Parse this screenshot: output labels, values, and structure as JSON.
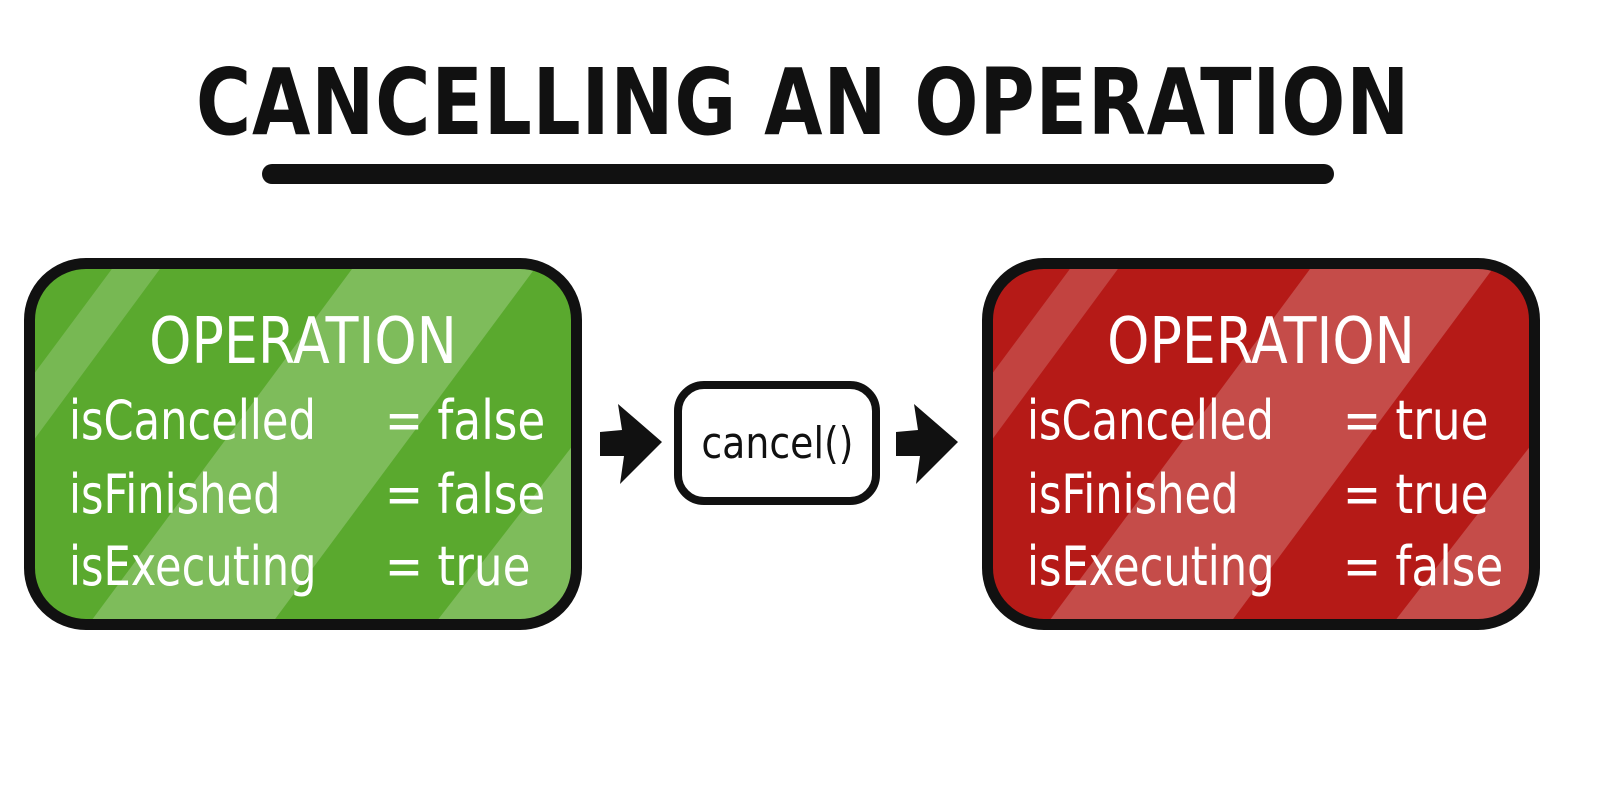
{
  "title": "CANCELLING AN OPERATION",
  "colors": {
    "ink": "#111111",
    "before_fill": "#5aa92e",
    "after_fill": "#b51a17",
    "text": "#ffffff"
  },
  "before": {
    "heading": "OPERATION",
    "properties": [
      {
        "name": "isCancelled",
        "value": "= false"
      },
      {
        "name": "isFinished",
        "value": "= false"
      },
      {
        "name": "isExecuting",
        "value": "= true"
      }
    ]
  },
  "action": {
    "label": "cancel()"
  },
  "after": {
    "heading": "OPERATION",
    "properties": [
      {
        "name": "isCancelled",
        "value": "= true"
      },
      {
        "name": "isFinished",
        "value": "= true"
      },
      {
        "name": "isExecuting",
        "value": "= false"
      }
    ]
  }
}
